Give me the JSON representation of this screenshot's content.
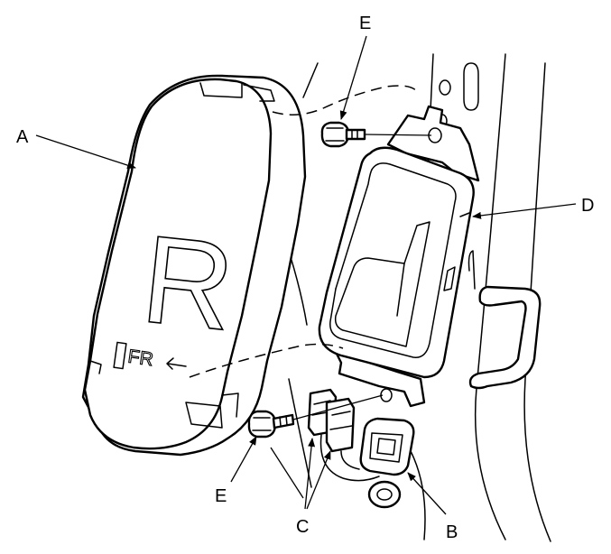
{
  "callouts": {
    "a": "A",
    "b": "B",
    "c": "C",
    "d": "D",
    "e_top": "E",
    "e_bottom": "E"
  },
  "cover_markings": {
    "large_letter": "R",
    "direction_mark": "FR"
  },
  "colors": {
    "line": "#000000",
    "fill": "#ffffff"
  }
}
